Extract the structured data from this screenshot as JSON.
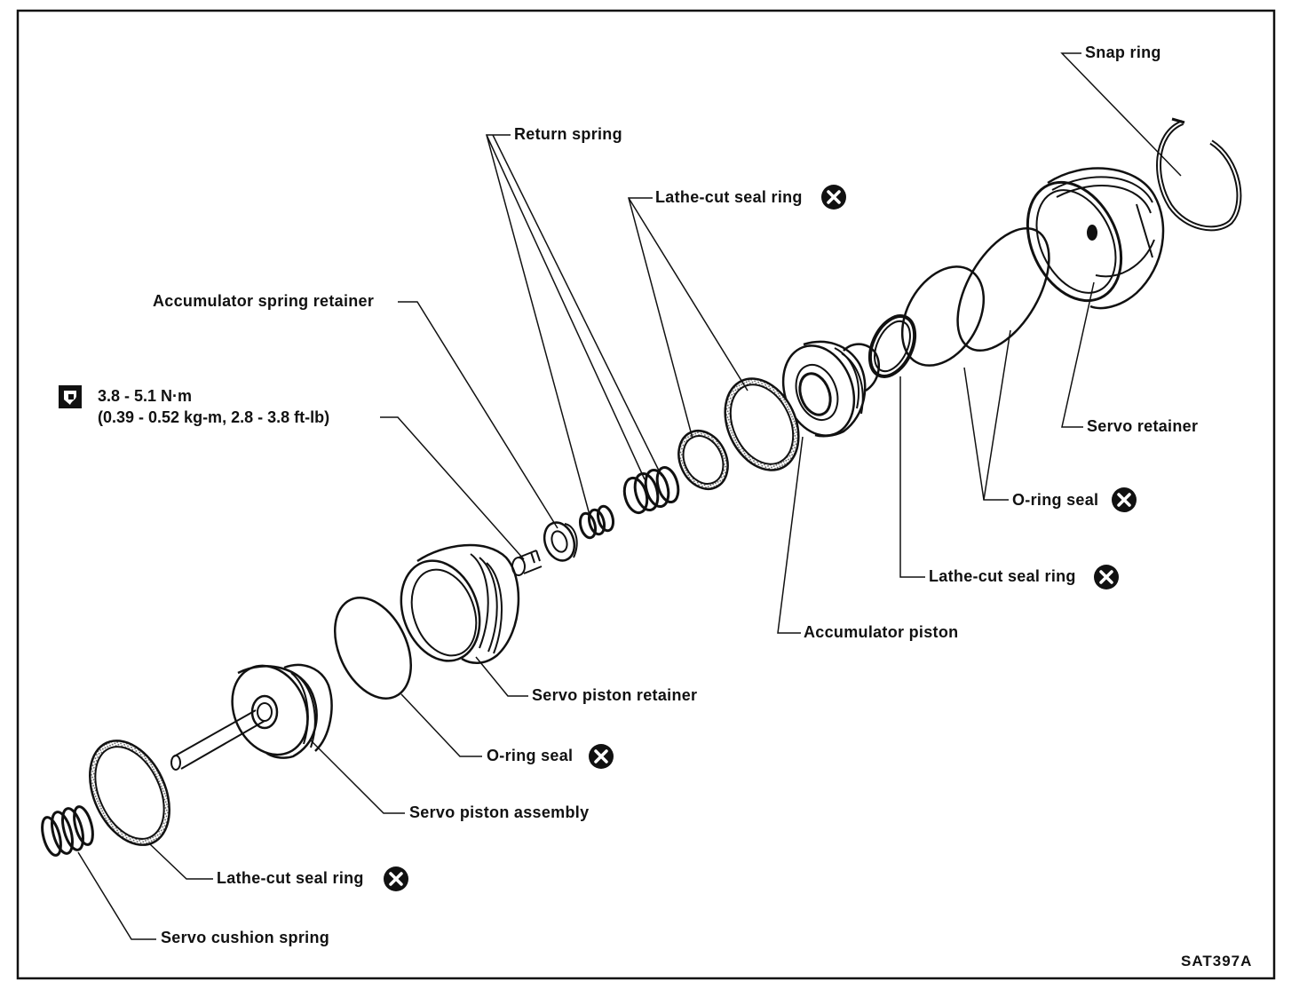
{
  "labels": {
    "snap_ring": "Snap ring",
    "return_spring": "Return spring",
    "lathe_cut_seal_ring_top": "Lathe-cut seal ring",
    "accumulator_spring_retainer": "Accumulator spring retainer",
    "servo_retainer": "Servo retainer",
    "o_ring_seal_right": "O-ring seal",
    "lathe_cut_seal_ring_right": "Lathe-cut seal ring",
    "accumulator_piston": "Accumulator piston",
    "servo_piston_retainer": "Servo piston retainer",
    "o_ring_seal_left": "O-ring seal",
    "servo_piston_assembly": "Servo piston assembly",
    "lathe_cut_seal_ring_bottom": "Lathe-cut seal ring",
    "servo_cushion_spring": "Servo cushion spring"
  },
  "torque": {
    "line1": "3.8 - 5.1 N·m",
    "line2": "(0.39 - 0.52 kg-m, 2.8 - 3.8 ft-lb)"
  },
  "figure_code": "SAT397A",
  "icons": {
    "replace_symbol": "x-circle-icon",
    "torque_symbol": "wrench-icon"
  }
}
